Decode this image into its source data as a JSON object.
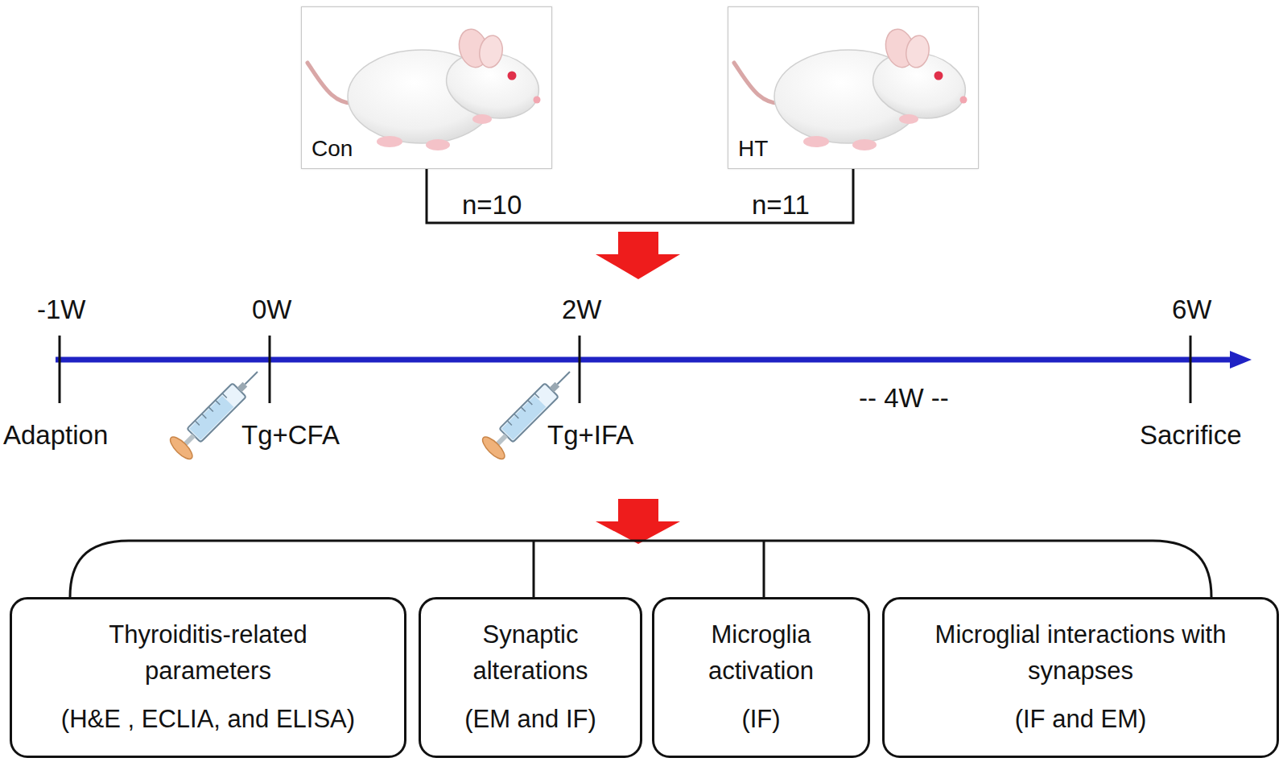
{
  "diagram": {
    "nodes": [
      {
        "text": [
          "Con"
        ]
      },
      {
        "text": [
          "HT"
        ]
      },
      {
        "text": [
          "Thyroiditis-related parameters",
          "(H&E , ECLIA, and ELISA)"
        ]
      },
      {
        "text": [
          "Synaptic alterations",
          "(EM and IF)"
        ]
      },
      {
        "text": [
          "Microglia activation",
          "(IF)"
        ]
      },
      {
        "text": [
          "Microglial interactions with synapses",
          "(IF and EM)"
        ]
      }
    ],
    "edges": [
      {
        "from": 0,
        "to": 1,
        "arrow": "none"
      }
    ],
    "labels": [
      "n=10",
      "n=11",
      "-1W",
      "0W",
      "2W",
      "6W",
      "Adaption",
      "Tg+CFA",
      "Tg+IFA",
      "-- 4W --",
      "Sacrifice"
    ]
  }
}
